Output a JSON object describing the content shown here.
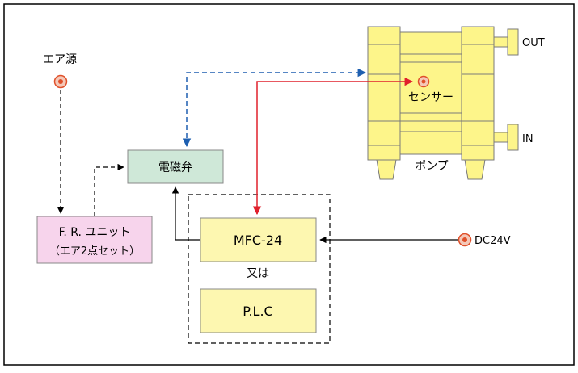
{
  "labels": {
    "air_source": "エア源",
    "solenoid_valve": "電磁弁",
    "fr_unit_line1": "F. R. ユニット",
    "fr_unit_line2": "（エア2点セット）",
    "mfc": "MFC-24",
    "or": "又は",
    "plc": "P.L.C",
    "sensor": "センサー",
    "pump": "ポンプ",
    "port_out": "OUT",
    "port_in": "IN",
    "dc_source": "DC24V"
  },
  "colors": {
    "frame": "#000000",
    "valve_fill": "#cfe8d8",
    "fr_unit_fill": "#f7d4ec",
    "controller_fill": "#fdf7b0",
    "pump_fill": "#fdf58a",
    "pump_stroke": "#7a7a7a",
    "air_line": "#1e5fb0",
    "signal_line": "#e0202c",
    "source_marker": "#e0502a"
  },
  "icons": {
    "source_marker": "concentric-circle-icon",
    "arrow": "arrowhead-icon"
  }
}
